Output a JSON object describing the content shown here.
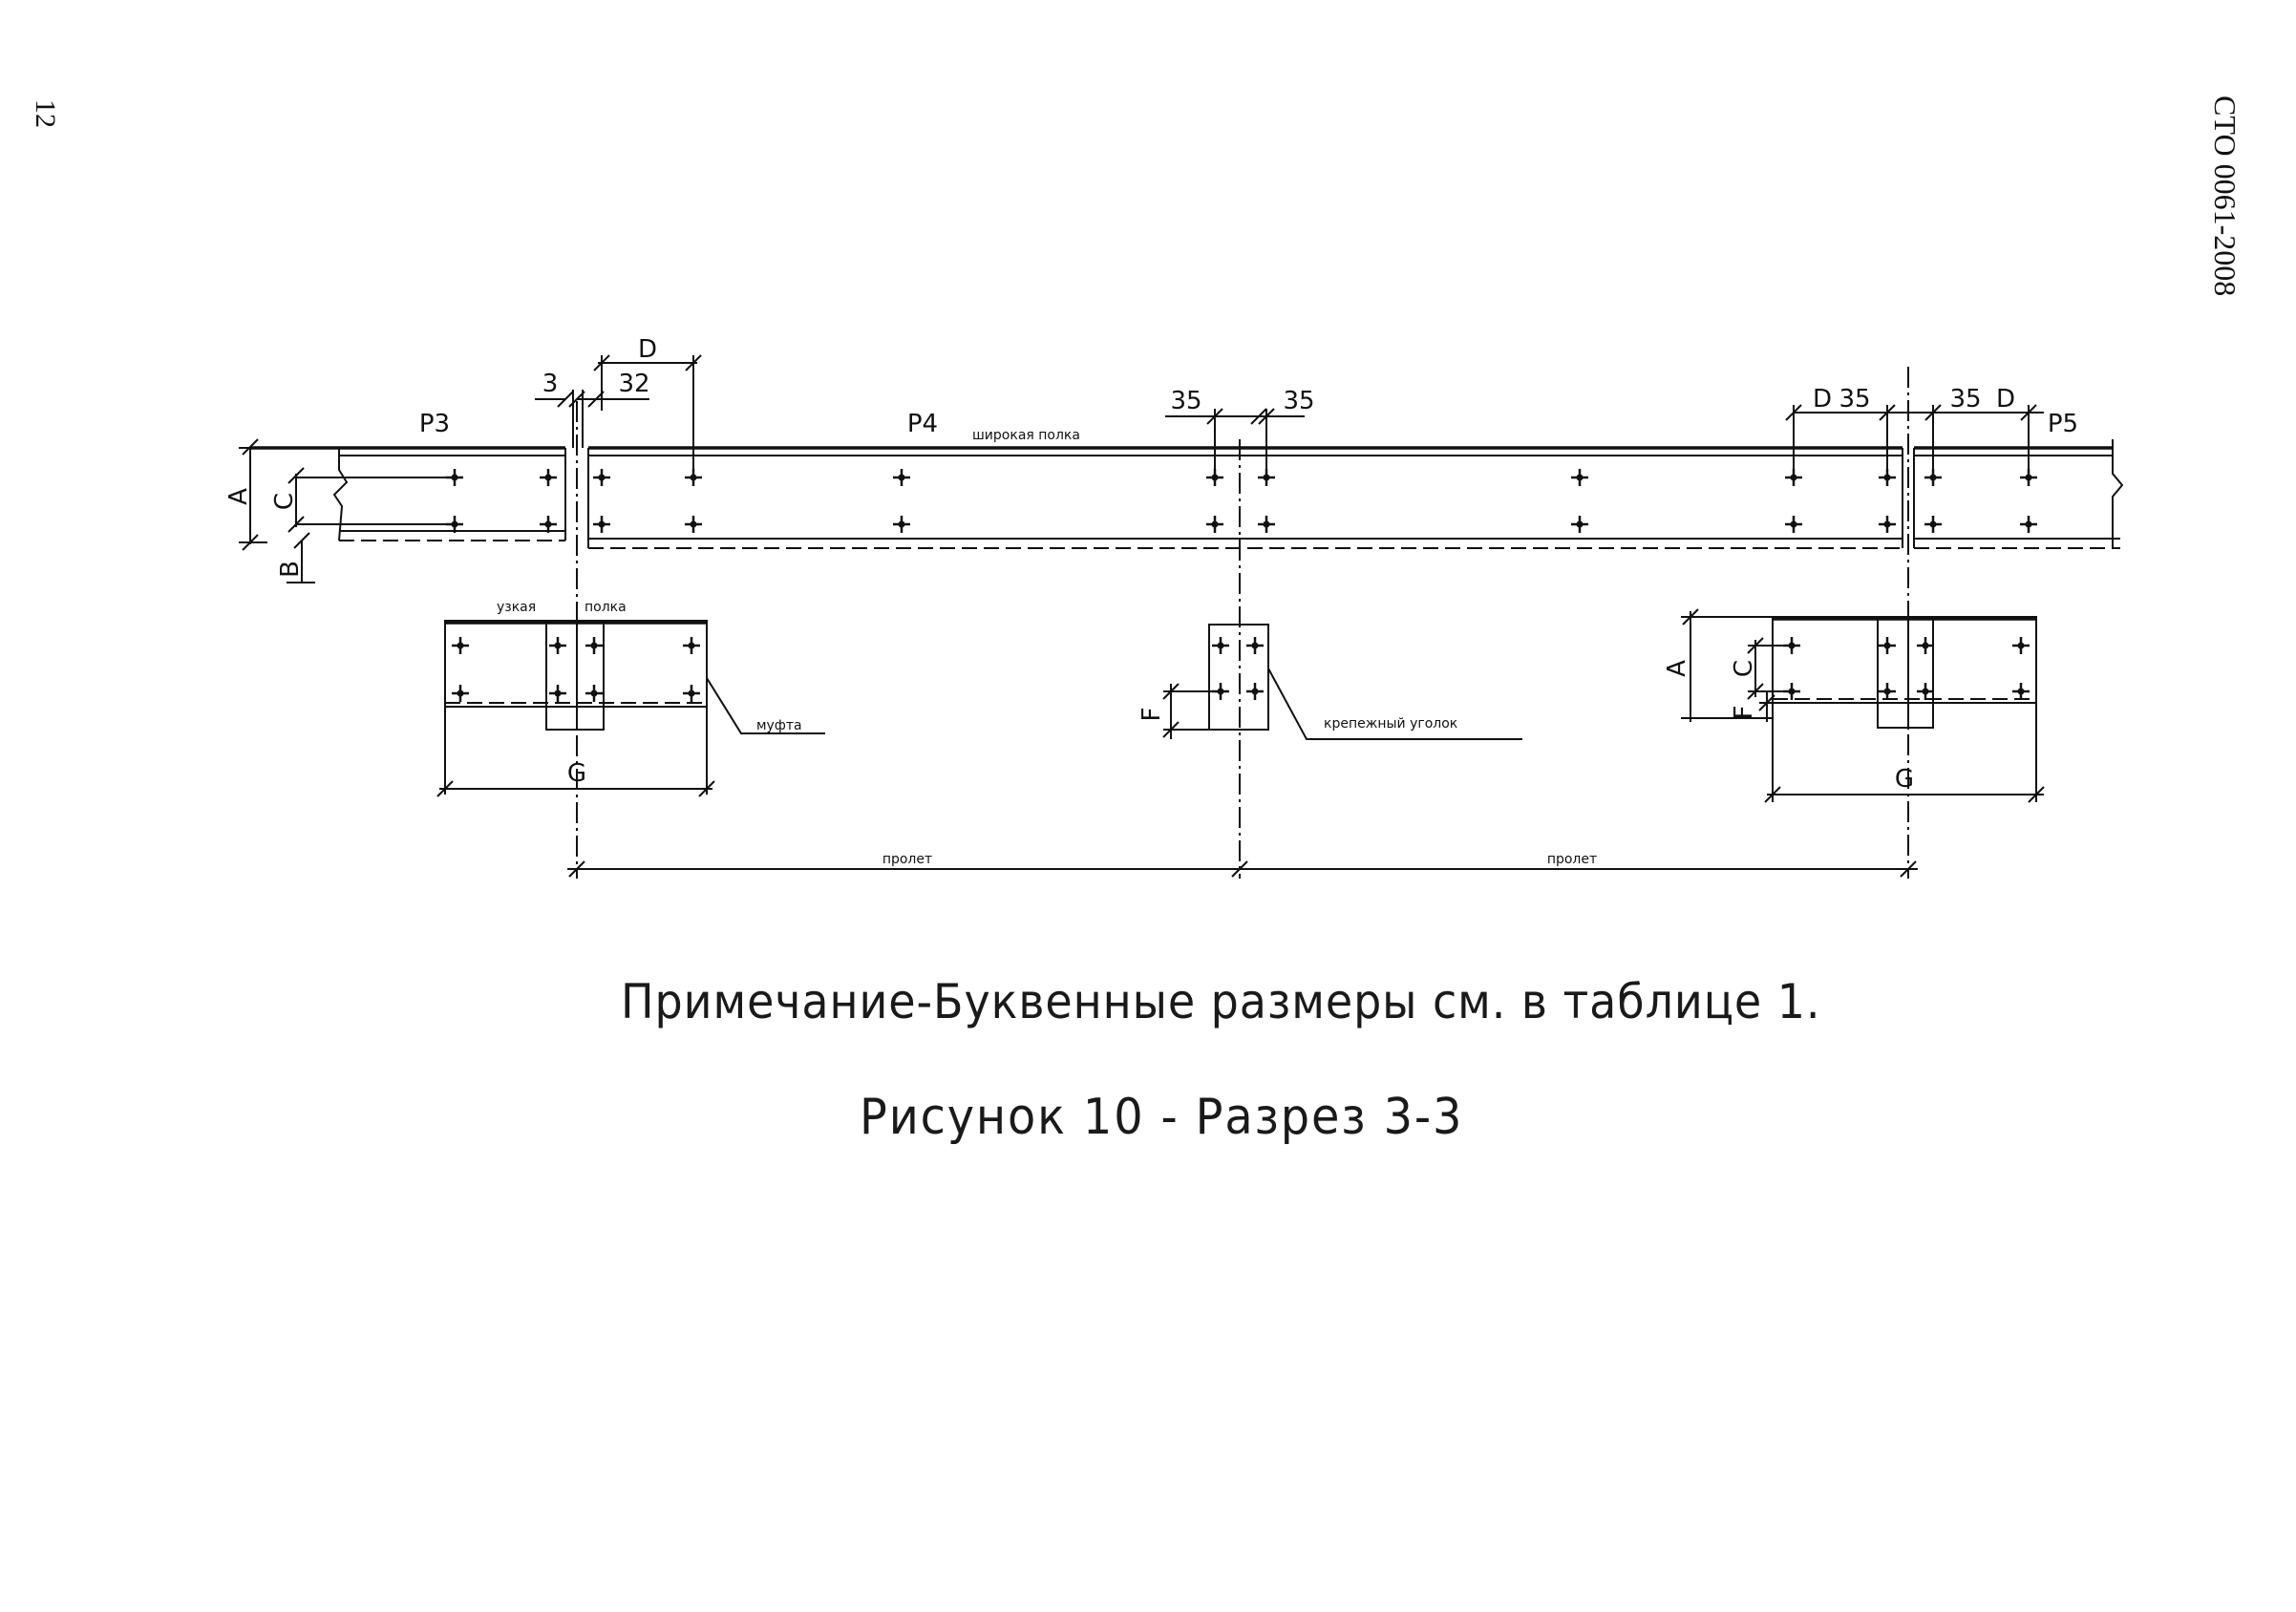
{
  "page_number": "12",
  "doc_code": "СТО 0061-2008",
  "note": "Примечание-Буквенные размеры  см. в   таблице 1.",
  "caption": "Рисунок 10 - Разрез 3-3",
  "panels": {
    "left": "P3",
    "middle": "P4",
    "right": "P5"
  },
  "labels": {
    "wide_flange": "широкая полка",
    "narrow": "узкая",
    "flange": "полка",
    "sleeve": "муфта",
    "fixing_angle": "крепежный уголок",
    "span_left": "пролет",
    "span_right": "пролет"
  },
  "dimensions": {
    "A_left": "A",
    "C_left": "C",
    "B_left": "B",
    "gap": "3",
    "d32": "32",
    "D_top": "D",
    "d35_mid_left": "35",
    "d35_mid_right": "35",
    "D_right_left": "D",
    "d35_right_left": "35",
    "d35_right_right": "35",
    "D_right_right": "D",
    "G_left": "G",
    "G_right": "G",
    "F_mid": "F",
    "A_right": "A",
    "C_right": "C",
    "F_right": "F"
  }
}
